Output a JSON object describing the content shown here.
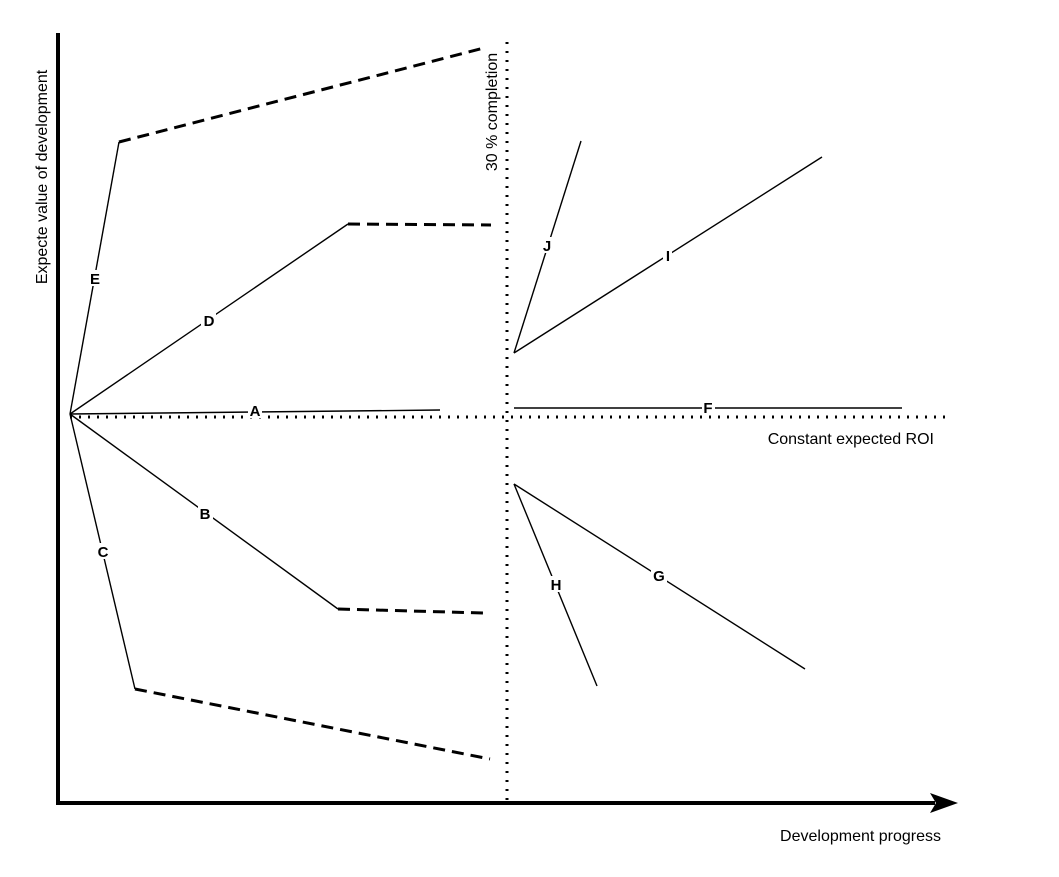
{
  "axes": {
    "x_label": "Development progress",
    "y_label": "Expecte value of development"
  },
  "annotations": {
    "completion_label": "30 % completion",
    "roi_label": "Constant expected ROI"
  },
  "paths": {
    "A": "A",
    "B": "B",
    "C": "C",
    "D": "D",
    "E": "E",
    "F": "F",
    "G": "G",
    "H": "H",
    "I": "I",
    "J": "J"
  }
}
